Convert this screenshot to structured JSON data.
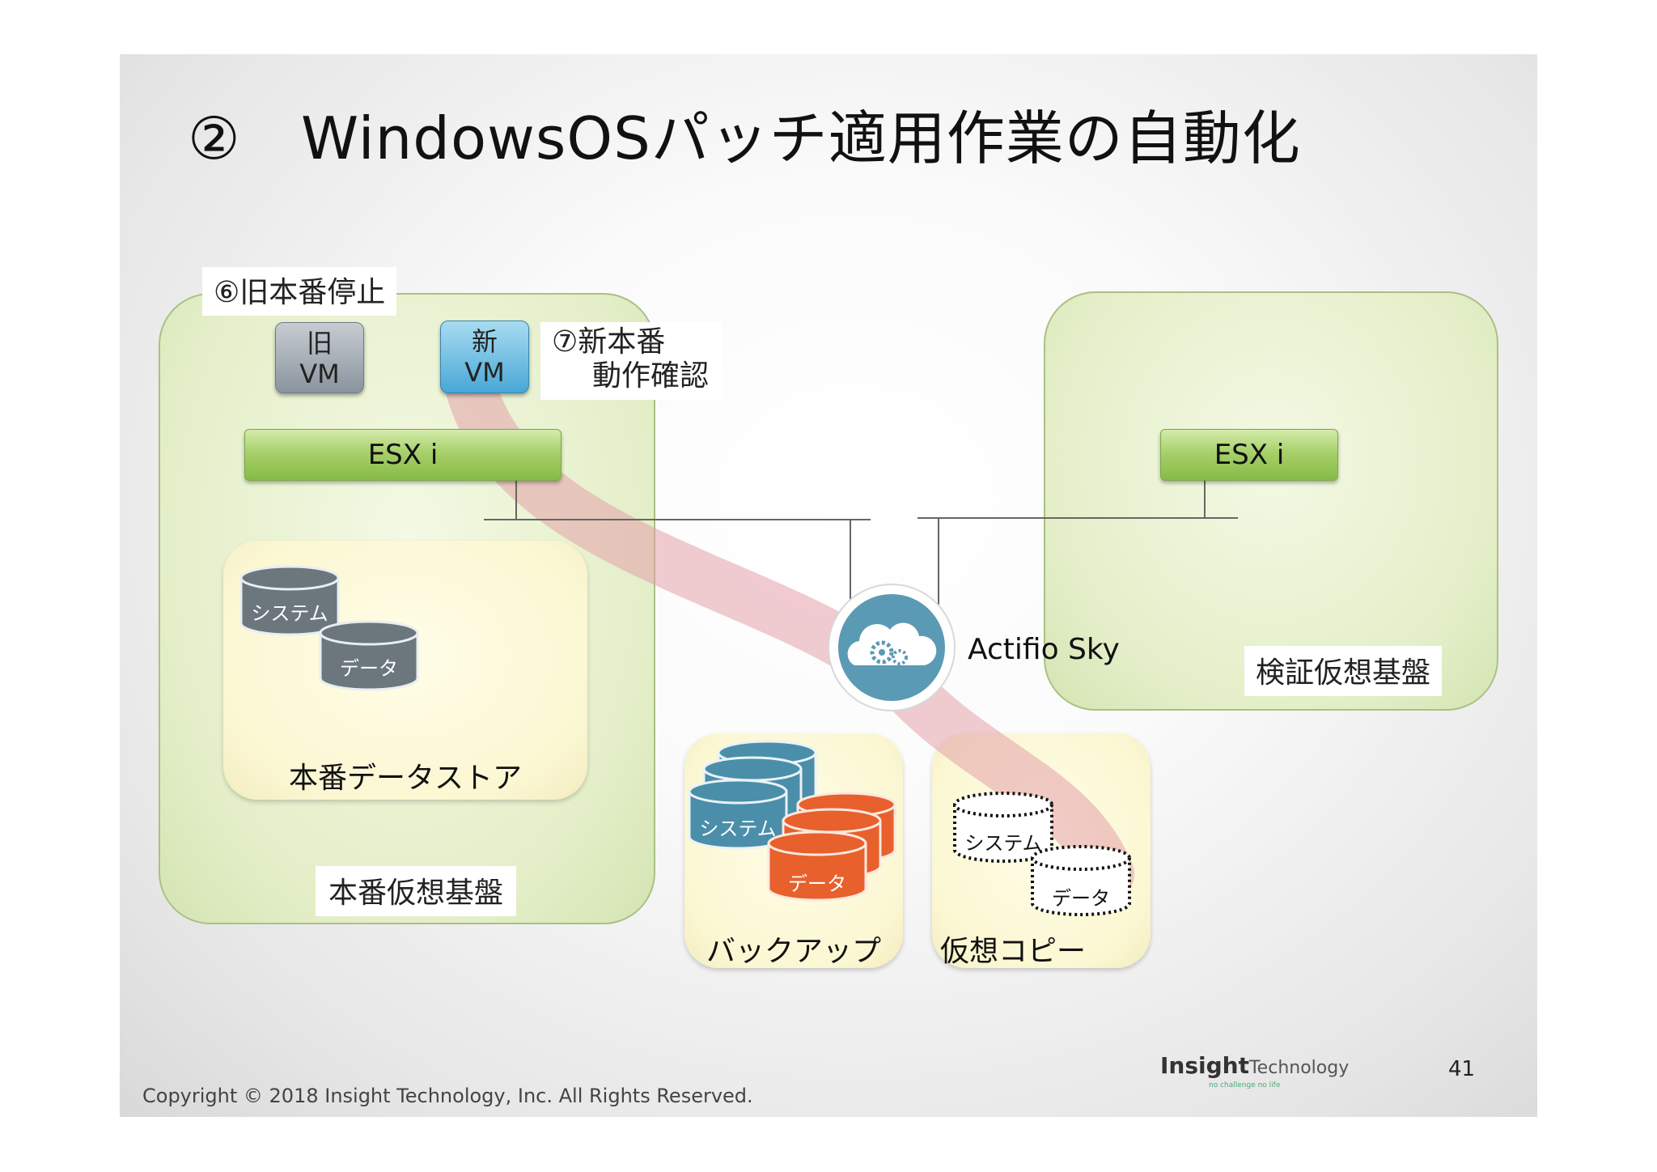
{
  "title": {
    "number": "②",
    "text": "WindowsOSパッチ適用作業の自動化"
  },
  "labels": {
    "step6": "⑥旧本番停止",
    "step7_line1": "⑦新本番",
    "step7_line2": "動作確認",
    "old_vm_line1": "旧",
    "old_vm_line2": "VM",
    "new_vm_line1": "新",
    "new_vm_line2": "VM",
    "esx_left": "ESX i",
    "esx_right": "ESX i",
    "prod_platform": "本番仮想基盤",
    "verify_platform": "検証仮想基盤",
    "prod_datastore": "本番データストア",
    "actifio": "Actifio Sky",
    "backup": "バックアップ",
    "virtual_copy": "仮想コピー",
    "disk_system": "システム",
    "disk_data": "データ"
  },
  "footer": {
    "copyright": "Copyright © 2018 Insight Technology, Inc. All Rights Reserved.",
    "page": "41",
    "logo_main": "Insight",
    "logo_sub": "Technology",
    "logo_tagline": "no challenge no life"
  },
  "colors": {
    "disk_gray": "#6b767d",
    "disk_blue": "#4b8eaa",
    "disk_orange": "#e8602c",
    "arrow": "#e6a8b0",
    "actifio": "#5b9ab4"
  }
}
